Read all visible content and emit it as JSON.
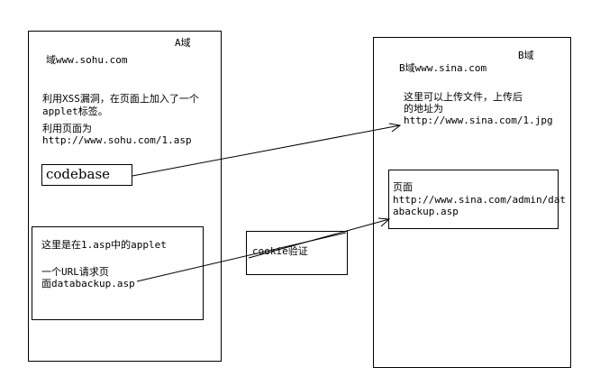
{
  "domain_a": {
    "label": "A域",
    "site": "域www.sohu.com",
    "desc_line1": "利用XSS漏洞，在页面上加入了一个",
    "desc_line2": "applet标签。",
    "use_line1": "利用页面为",
    "use_line2": "http://www.sohu.com/1.asp",
    "codebase": "codebase",
    "applet_box": {
      "line1": "这里是在1.asp中的applet",
      "line2": "一个URL请求页",
      "line3": "面databackup.asp"
    }
  },
  "domain_b": {
    "label": "B域",
    "site": "B域www.sina.com",
    "desc_line1": "这里可以上传文件，上传后",
    "desc_line2": "的地址为",
    "desc_line3": "http://www.sina.com/1.jpg",
    "page_box": {
      "line1": "页面",
      "line2": "http://www.sina.com/admin/dat",
      "line3": "abackup.asp"
    }
  },
  "cookie_box": {
    "label": "cookie验证"
  }
}
